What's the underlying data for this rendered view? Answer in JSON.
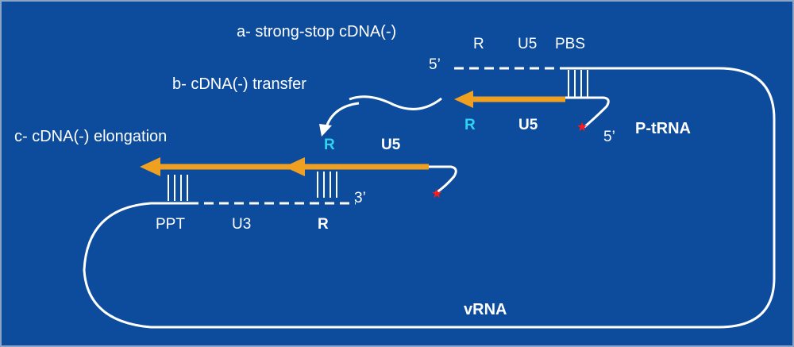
{
  "steps": {
    "a": "a- strong-stop cDNA(-)",
    "b": "b- cDNA(-) transfer",
    "c": "c- cDNA(-) elongation"
  },
  "top_labels": {
    "R": "R",
    "U5": "U5",
    "PBS": "PBS",
    "five_prime": "5’",
    "five_prime_trna": "5’",
    "R_cyan": "R",
    "U5_bold": "U5",
    "ptrna": "P-tRNA"
  },
  "middle_labels": {
    "R_cyan": "R",
    "U5_bold": "U5",
    "three_prime": "3’"
  },
  "bottom_labels": {
    "PPT": "PPT",
    "U3": "U3",
    "R": "R"
  },
  "vrna": "vRNA",
  "colors": {
    "background": "#0d4c9c",
    "strand": "#ffffff",
    "cdna_arrow": "#f0a020",
    "highlight_text": "#2ed3f2",
    "star": "#ff1a1a"
  }
}
